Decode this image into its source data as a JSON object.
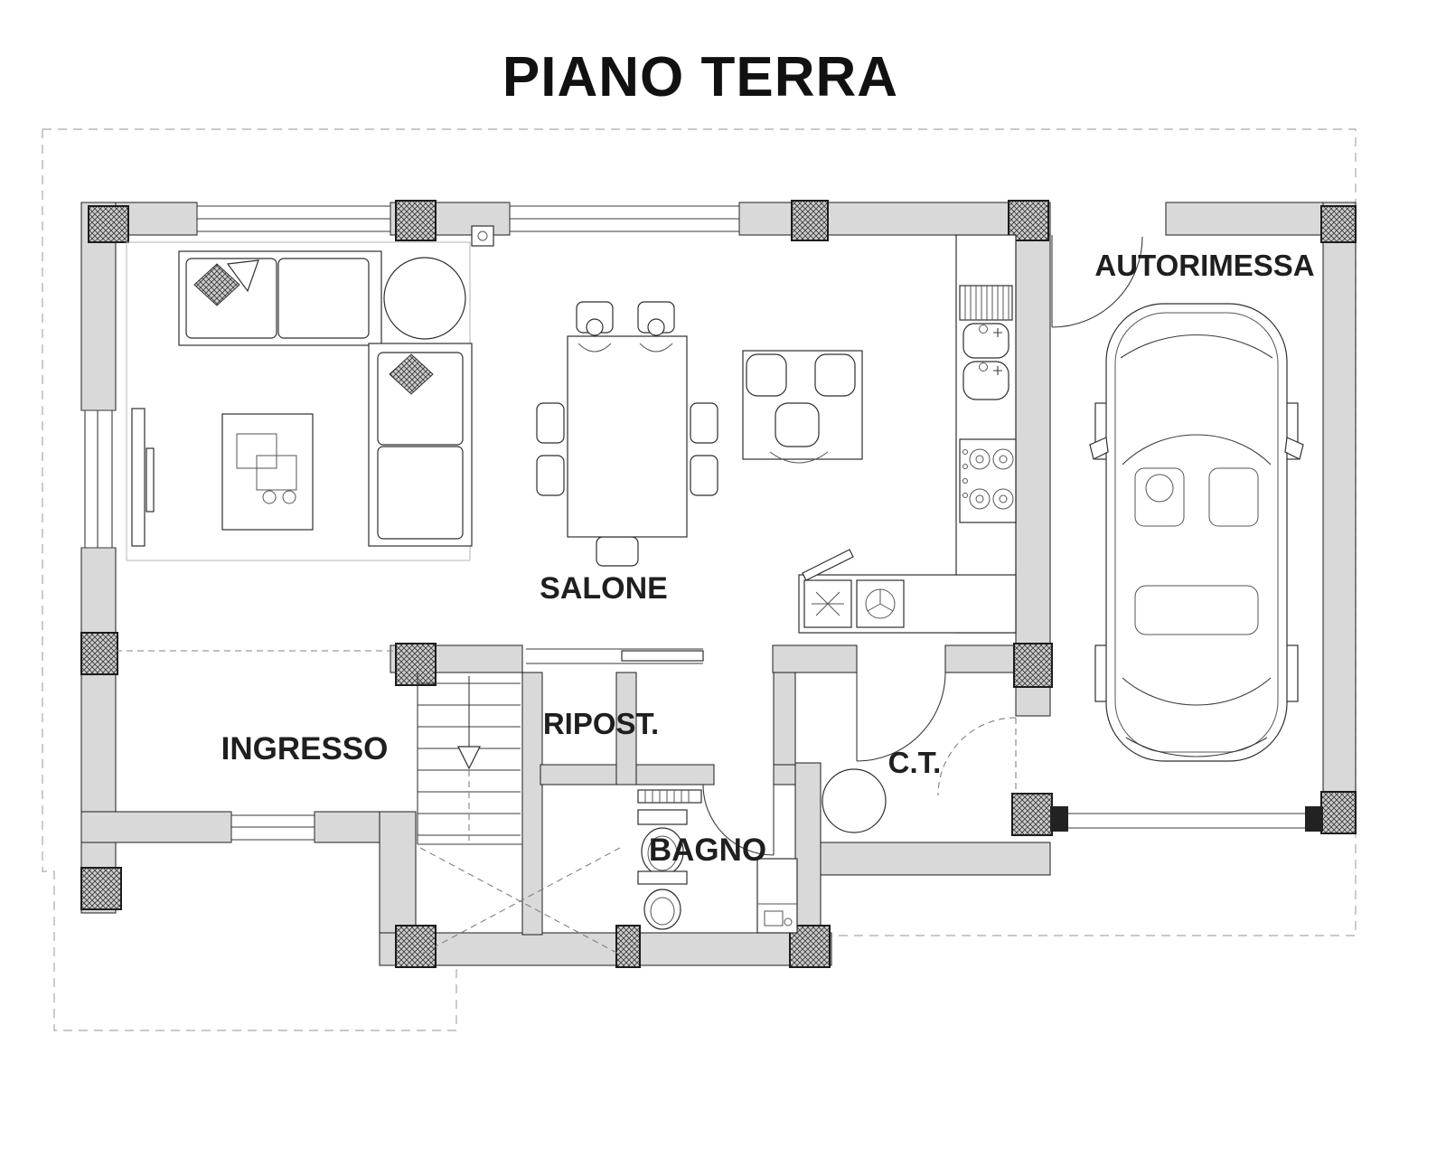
{
  "title": "PIANO TERRA",
  "rooms": {
    "garage": {
      "label": "AUTORIMESSA"
    },
    "living": {
      "label": "SALONE"
    },
    "entrance": {
      "label": "INGRESSO"
    },
    "storage": {
      "label": "RIPOST."
    },
    "boiler": {
      "label": "C.T."
    },
    "bathroom": {
      "label": "BAGNO"
    }
  },
  "colors": {
    "background": "#ffffff",
    "wall_fill": "#d9d9d9",
    "line": "#1c1c1c",
    "dashed": "#a9a9a9",
    "label": "#1f1f1f"
  }
}
